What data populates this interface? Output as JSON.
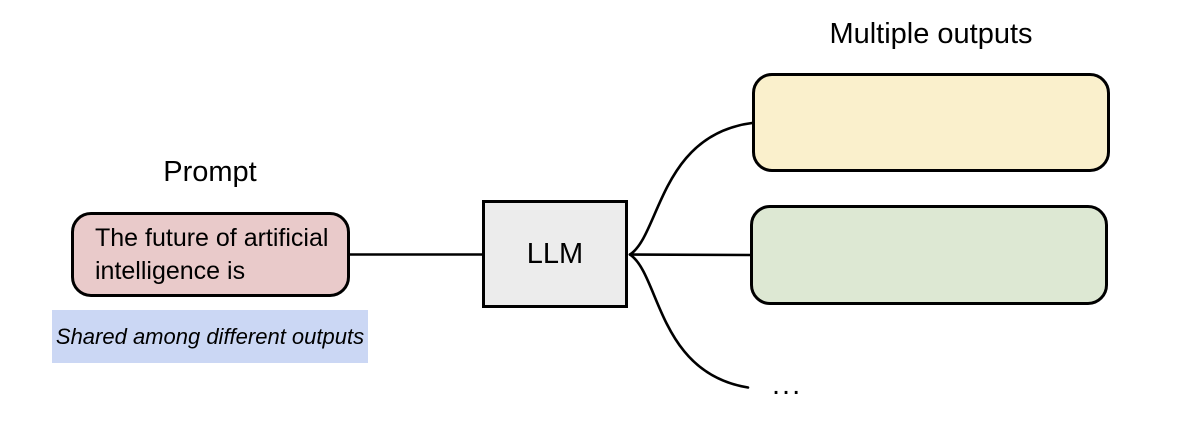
{
  "colors": {
    "canvas_bg": "#ffffff",
    "stroke": "#000000",
    "prompt_box_fill": "#e9caca",
    "note_fill": "#cbd7f4",
    "llm_box_fill": "#ececec",
    "output1_fill": "#faf0cc",
    "output2_fill": "#dde8d3"
  },
  "prompt": {
    "label": "Prompt",
    "text_lines": [
      "The future of artificial",
      "intelligence is"
    ],
    "note": "Shared among different outputs"
  },
  "llm": {
    "label": "LLM"
  },
  "outputs": {
    "label": "Multiple outputs",
    "ellipsis": "..."
  }
}
